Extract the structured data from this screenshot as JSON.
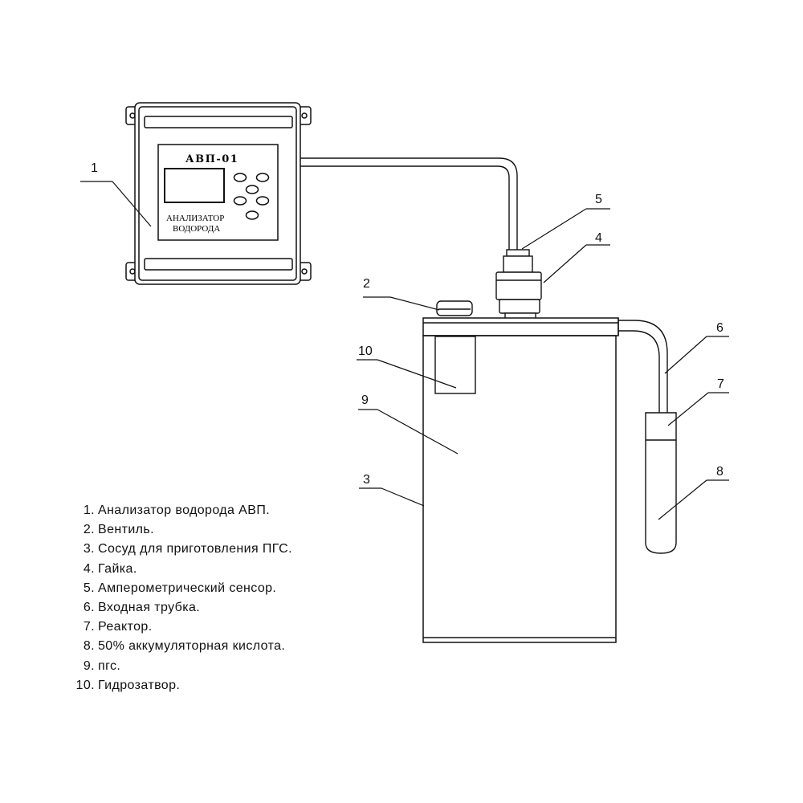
{
  "device": {
    "model": "АВП-01",
    "label_line1": "АНАЛИЗАТОР",
    "label_line2": "ВОДОРОДА"
  },
  "callouts": {
    "c1": "1",
    "c2": "2",
    "c3": "3",
    "c4": "4",
    "c5": "5",
    "c6": "6",
    "c7": "7",
    "c8": "8",
    "c9": "9",
    "c10": "10"
  },
  "legend": [
    {
      "num": "1.",
      "text": "Анализатор водорода АВП."
    },
    {
      "num": "2.",
      "text": "Вентиль."
    },
    {
      "num": "3.",
      "text": "Сосуд для приготовления ПГС."
    },
    {
      "num": "4.",
      "text": "Гайка."
    },
    {
      "num": "5.",
      "text": "Амперометрический сенсор."
    },
    {
      "num": "6.",
      "text": "Входная трубка."
    },
    {
      "num": "7.",
      "text": "Реактор."
    },
    {
      "num": "8.",
      "text": "50% аккумуляторная кислота."
    },
    {
      "num": "9.",
      "text": "пгс."
    },
    {
      "num": "10.",
      "text": "Гидрозатвор."
    }
  ]
}
